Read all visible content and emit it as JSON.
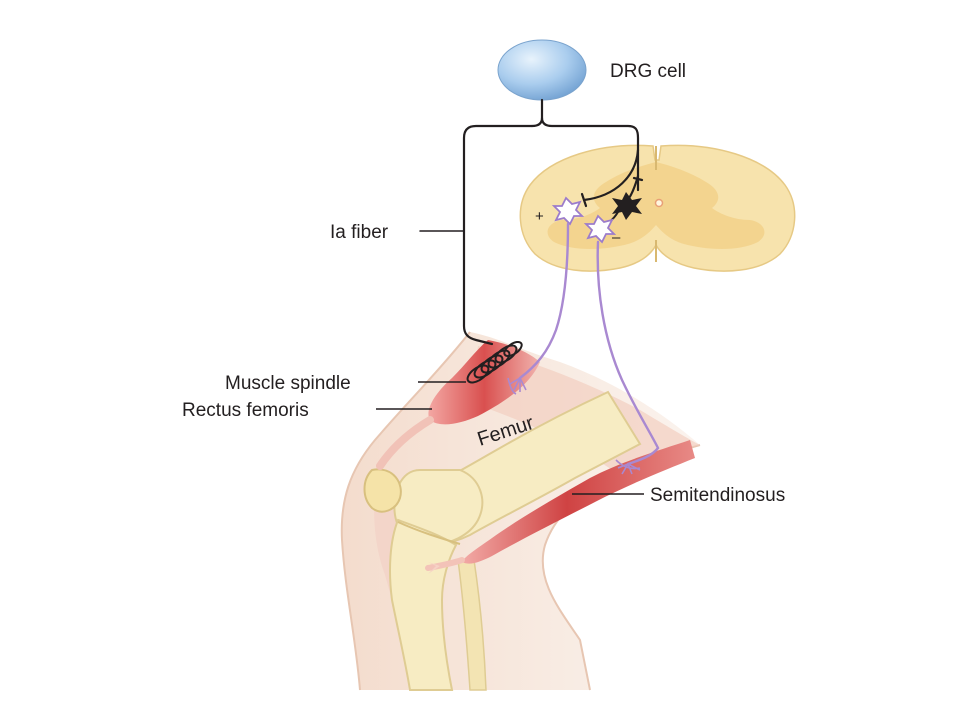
{
  "labels": {
    "drg_cell": "DRG cell",
    "ia_fiber": "Ia fiber",
    "muscle_spindle": "Muscle spindle",
    "rectus_femoris": "Rectus femoris",
    "femur": "Femur",
    "semitendinosus": "Semitendinosus"
  },
  "signs": {
    "excitatory": "+",
    "inhibitory": "–"
  },
  "colors": {
    "drg_cell": "#a9cdee",
    "spinal_cord": "#f7e3ad",
    "grey_matter": "#f0cf88",
    "bone": "#f7ecc3",
    "skin": "#f6e4d8",
    "muscle": "#d9504f",
    "motor_axon": "#a989d1",
    "ia_fiber": "#231f20"
  }
}
